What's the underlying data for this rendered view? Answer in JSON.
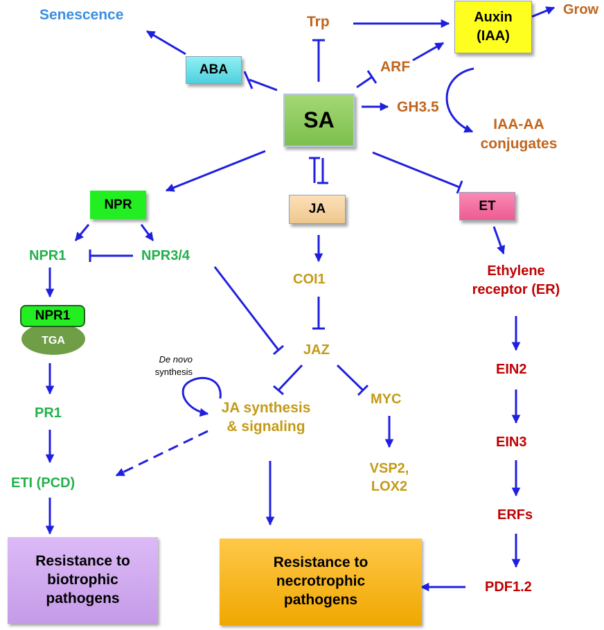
{
  "colors": {
    "arrow": "#1f1fe0",
    "orange": "#c0651e",
    "blue_text": "#3a8fe0",
    "green_text": "#22b14c",
    "gold_text": "#c49a16",
    "red_text": "#c00000"
  },
  "nodes": {
    "senescence": "Senescence",
    "trp": "Trp",
    "auxin_line1": "Auxin",
    "auxin_line2": "(IAA)",
    "growth": "Grow",
    "aba": "ABA",
    "arf": "ARF",
    "sa": "SA",
    "gh35": "GH3.5",
    "iaa_aa_line1": "IAA-AA",
    "iaa_aa_line2": "conjugates",
    "npr": "NPR",
    "ja": "JA",
    "et": "ET",
    "npr1": "NPR1",
    "npr34": "NPR3/4",
    "npr1_complex_top": "NPR1",
    "tga": "TGA",
    "coi1": "COI1",
    "ethylene_receptor_line1": "Ethylene",
    "ethylene_receptor_line2": "receptor (ER)",
    "jaz": "JAZ",
    "de_novo_line1": "De novo",
    "de_novo_line2": "synthesis",
    "ja_synthesis_line1": "JA synthesis",
    "ja_synthesis_line2": "& signaling",
    "myc": "MYC",
    "ein2": "EIN2",
    "pr1": "PR1",
    "ein3": "EIN3",
    "eti": "ETI (PCD)",
    "vsp2_line1": "VSP2,",
    "vsp2_line2": "LOX2",
    "erfs": "ERFs",
    "biotrophic_line1": "Resistance to",
    "biotrophic_line2": "biotrophic",
    "biotrophic_line3": "pathogens",
    "necrotrophic_line1": "Resistance to",
    "necrotrophic_line2": "necrotrophic",
    "necrotrophic_line3": "pathogens",
    "pdf12": "PDF1.2"
  }
}
